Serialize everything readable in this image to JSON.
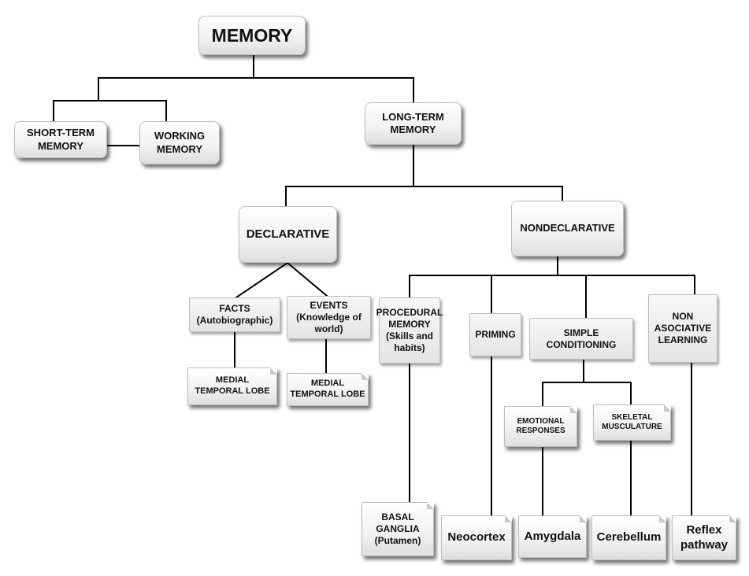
{
  "diagram": {
    "root": "MEMORY",
    "short_term": "SHORT-TERM\nMEMORY",
    "working": "WORKING\nMEMORY",
    "long_term": "LONG-TERM\nMEMORY",
    "declarative": "DECLARATIVE",
    "nondeclarative": "NONDECLARATIVE",
    "facts": "FACTS\n(Autobiographic)",
    "events": "EVENTS\n(Knowledge of\nworld)",
    "medial_1": "MEDIAL\nTEMPORAL LOBE",
    "medial_2": "MEDIAL\nTEMPORAL LOBE",
    "procedural": "PROCEDURAL\nMEMORY\n(Skills and\nhabits)",
    "priming": "PRIMING",
    "simple_conditioning": "SIMPLE\nCONDITIONING",
    "non_associative": "NON\nASOCIATIVE\nLEARNING",
    "emotional": "EMOTIONAL\nRESPONSES",
    "skeletal": "SKELETAL\nMUSCULATURE",
    "basal_ganglia": "BASAL\nGANGLIA\n(Putamen)",
    "neocortex": "Neocortex",
    "amygdala": "Amygdala",
    "cerebellum": "Cerebellum",
    "reflex": "Reflex\npathway"
  }
}
